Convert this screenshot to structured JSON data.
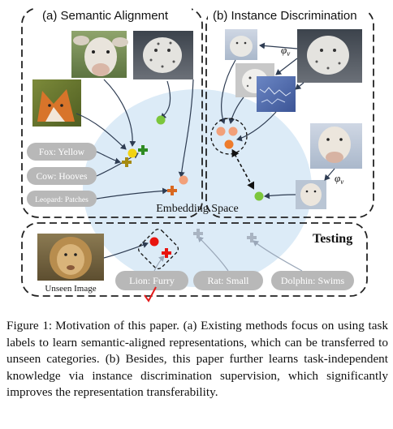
{
  "figure": {
    "panel_a_title": "(a) Semantic Alignment",
    "panel_b_title": "(b) Instance Discrimination",
    "testing_title": "Testing",
    "embedding_label": "Embedding Space",
    "phi_label": "φ",
    "phi_sub": "v",
    "unseen_label": "Unseen Image",
    "attribute_labels": {
      "fox": "Fox: Yellow",
      "cow": "Cow: Hooves",
      "leopard": "Leopard: Patches"
    },
    "testing_labels": {
      "lion": "Lion: Furry",
      "rat": "Rat: Small",
      "dolphin": "Dolphin: Swims"
    },
    "colors": {
      "embedding_fill": "#dcebf7",
      "pill_fill": "#b8b8b8",
      "yellow_dot": "#f2d311",
      "green_dot": "#7cc63c",
      "orange_dot": "#f2a07a",
      "dark_orange_dot": "#ee7c2c",
      "olive_plus": "#a68a10",
      "green_plus": "#2e8b22",
      "orange_plus": "#d96820",
      "red": "#e8140f",
      "gray_plus": "#a9b4c2",
      "check": "#e41b1b"
    }
  },
  "caption": {
    "label": "Figure 1:",
    "text": "Motivation of this paper. (a) Existing methods focus on using task labels to learn semantic-aligned representations, which can be transferred to unseen categories. (b) Besides, this paper further learns task-independent knowledge via instance discrimination supervision, which significantly improves the representation transferability."
  }
}
